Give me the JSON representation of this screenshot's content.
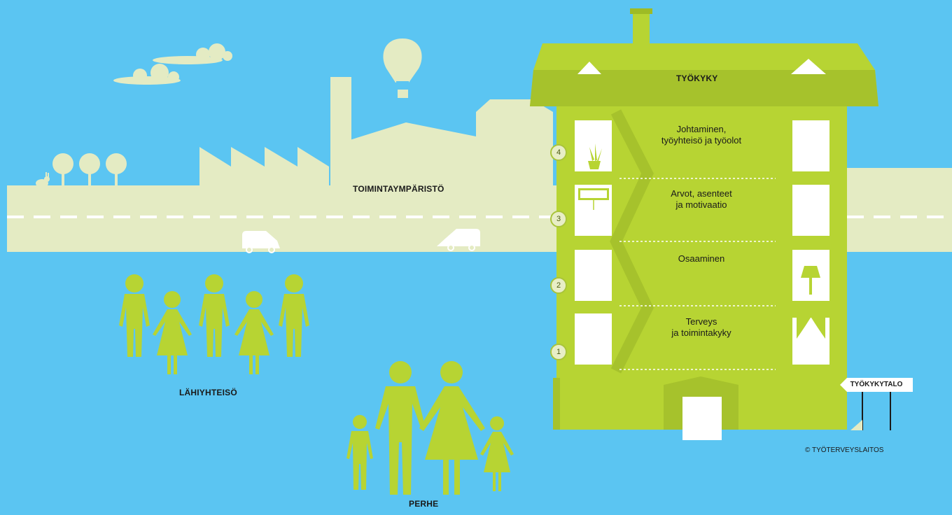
{
  "labels": {
    "environment": "TOIMINTAYMPÄRISTÖ",
    "community": "LÄHIYHTEISÖ",
    "family": "PERHE",
    "roof": "TYÖKYKY",
    "signpost": "TYÖKYKYTALO",
    "copyright": "© TYÖTERVEYSLAITOS"
  },
  "floors": [
    {
      "number": "4",
      "label": "Johtaminen,\ntyöyhteisö ja työolot"
    },
    {
      "number": "3",
      "label": "Arvot, asenteet\nja motivaatio"
    },
    {
      "number": "2",
      "label": "Osaaminen"
    },
    {
      "number": "1",
      "label": "Terveys\nja toimintakyky"
    }
  ],
  "colors": {
    "sky": "#5bc5f2",
    "ground": "#e4ebc3",
    "building": "#b7d433",
    "building_dark": "#9ebb25",
    "people": "#b7d433",
    "window": "#ffffff"
  },
  "icons": [
    "cloud-icon",
    "hot-air-balloon-icon",
    "tree-icon",
    "rabbit-icon",
    "van-icon",
    "plant-icon",
    "painting-icon",
    "lamp-icon",
    "curtain-icon",
    "person-icon"
  ]
}
